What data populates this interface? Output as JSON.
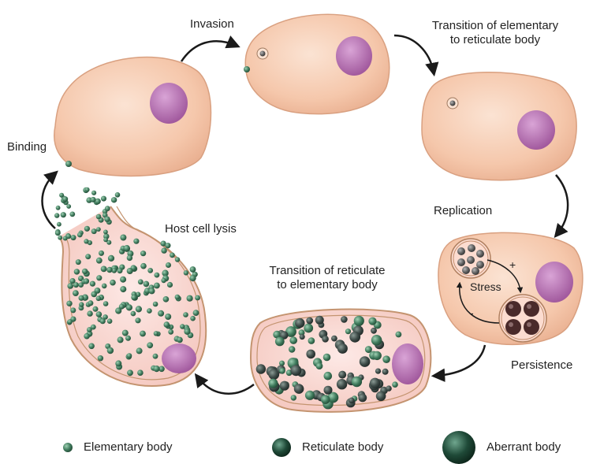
{
  "labels": {
    "invasion": "Invasion",
    "transition_eb_rb_line1": "Transition of elementary",
    "transition_eb_rb_line2": "to reticulate body",
    "binding": "Binding",
    "replication": "Replication",
    "host_cell_lysis": "Host cell lysis",
    "transition_rb_eb_line1": "Transition of reticulate",
    "transition_rb_eb_line2": "to elementary body",
    "stress": "Stress",
    "plus": "+",
    "minus": "-",
    "persistence": "Persistence"
  },
  "legend": [
    {
      "icon": "elementary-body-icon",
      "label": "Elementary body"
    },
    {
      "icon": "reticulate-body-icon",
      "label": "Reticulate body"
    },
    {
      "icon": "aberrant-body-icon",
      "label": "Aberrant body"
    }
  ],
  "colors": {
    "cell_fill": "#f6c9b0",
    "cell_stroke": "#d9a080",
    "nucleus": "#b56fb3",
    "particle_dark": "#2f4a3f",
    "particle_green": "#3f6f55",
    "arrow": "#1a1a1a"
  }
}
